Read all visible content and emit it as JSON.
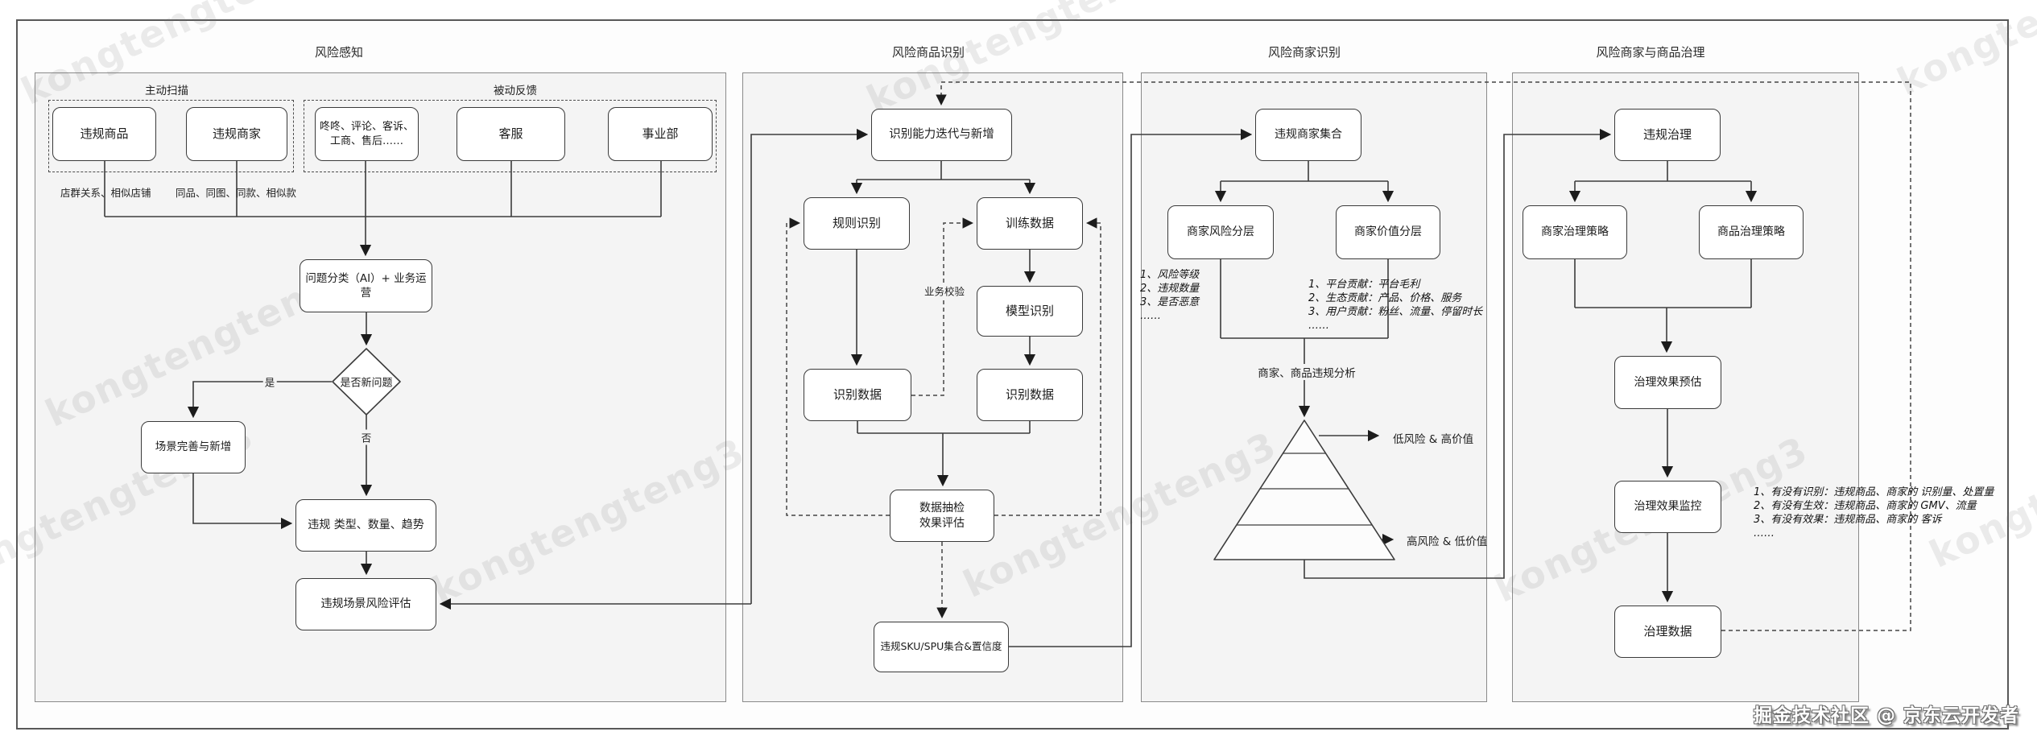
{
  "watermark_text": "kongtengteng3",
  "credit": "掘金技术社区 @ 京东云开发者",
  "sections": {
    "s1": {
      "title": "风险感知"
    },
    "s2": {
      "title": "风险商品识别"
    },
    "s3": {
      "title": "风险商家识别"
    },
    "s4": {
      "title": "风险商家与商品治理"
    }
  },
  "groups": {
    "active_scan": "主动扫描",
    "passive_feedback": "被动反馈"
  },
  "nodes": {
    "violating_product": "违规商品",
    "violating_merchant": "违规商家",
    "dongdong_channels": "咚咚、评论、客诉、工商、售后……",
    "customer_service": "客服",
    "business_unit": "事业部",
    "problem_classification": "问题分类（AI）+ 业务运营",
    "is_new_problem": "是否新问题",
    "scene_improve": "场景完善与新增",
    "violation_type_qty_trend": "违规 类型、数量、趋势",
    "violation_scene_risk_assess": "违规场景风险评估",
    "capability_iteration": "识别能力迭代与新增",
    "rule_recognition": "规则识别",
    "training_data": "训练数据",
    "model_recognition": "模型识别",
    "recognition_data_left": "识别数据",
    "recognition_data_right": "识别数据",
    "sampling_evaluation": "数据抽检\n效果评估",
    "sku_collection": "违规SKU/SPU集合&置信度",
    "merchant_collection": "违规商家集合",
    "merchant_risk_tier": "商家风险分层",
    "merchant_value_tier": "商家价值分层",
    "violation_governance": "违规治理",
    "merchant_gov_strategy": "商家治理策略",
    "product_gov_strategy": "商品治理策略",
    "gov_effect_forecast": "治理效果预估",
    "gov_effect_monitor": "治理效果监控",
    "gov_data": "治理数据"
  },
  "labels": {
    "store_group": "店群关系、相似店铺",
    "same_product": "同品、同图、同款、相似款",
    "yes": "是",
    "no": "否",
    "business_verify": "业务校验",
    "violation_analysis": "商家、商品违规分析",
    "low_risk_high_value": "低风险 & 高价值",
    "high_risk_low_value": "高风险 & 低价值"
  },
  "annotations": {
    "merchant_risk": [
      "1、风险等级",
      "2、违规数量",
      "3、是否恶意",
      "……"
    ],
    "merchant_value": [
      "1、平台贡献：平台毛利",
      "2、生态贡献：产品、价格、服务",
      "3、用户贡献：粉丝、流量、停留时长",
      "……"
    ],
    "gov_monitor": [
      "1、有没有识别：违规商品、商家的 识别量、处置量",
      "2、有没有生效：违规商品、商家的 GMV、流量",
      "3、有没有效果：违规商品、商家的 客诉",
      "……"
    ]
  }
}
